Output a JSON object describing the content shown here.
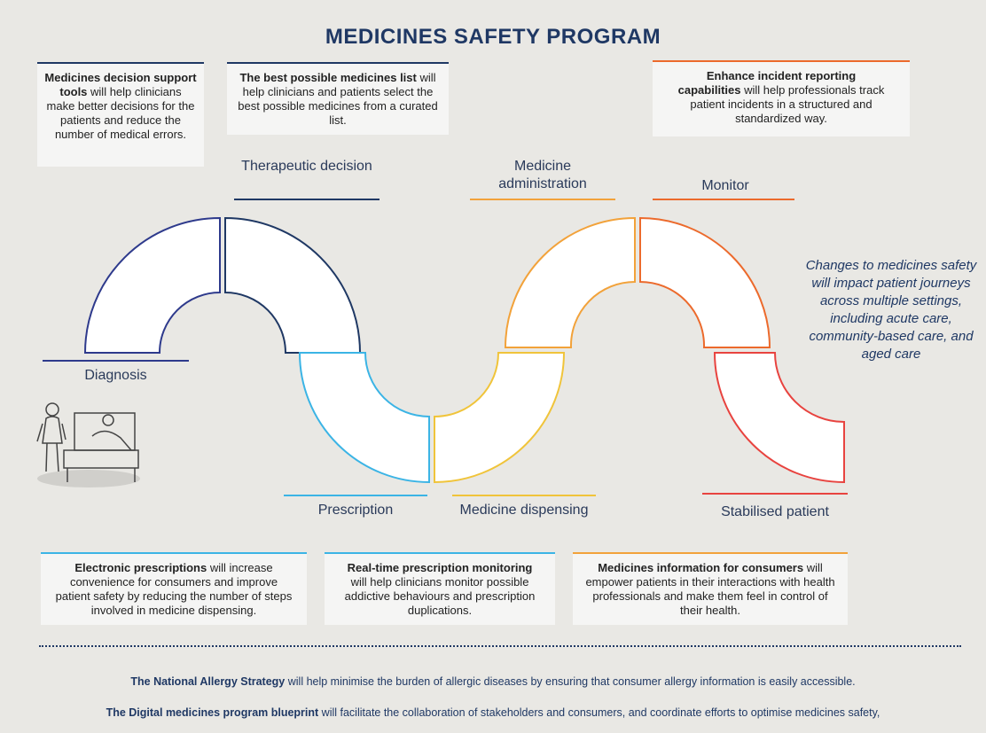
{
  "title": "MEDICINES SAFETY PROGRAM",
  "boxes": {
    "decision_support": {
      "bold": "Medicines decision support tools",
      "text": " will help clinicians make better decisions for the patients and reduce the number of medical errors."
    },
    "best_list": {
      "bold": "The best possible medicines list",
      "text": " will help clinicians and patients select the best possible medicines from a curated list."
    },
    "incident": {
      "bold": "Enhance incident reporting capabilities",
      "text": " will help professionals track patient incidents in a structured and standardized way."
    },
    "eprescriptions": {
      "bold": "Electronic prescriptions",
      "text": " will increase convenience for consumers and improve patient safety by reducing the number of steps involved in medicine dispensing."
    },
    "monitoring": {
      "bold": "Real-time prescription monitoring",
      "text": " will help clinicians monitor possible addictive behaviours and prescription duplications."
    },
    "consumer_info": {
      "bold": "Medicines information for consumers",
      "text": " will empower patients in their interactions with health professionals and make them feel in control of their health."
    }
  },
  "stages": {
    "diagnosis": "Diagnosis",
    "therapeutic": "Therapeutic decision",
    "prescription": "Prescription",
    "administration": "Medicine administration",
    "dispensing": "Medicine dispensing",
    "monitor": "Monitor",
    "stabilised": "Stabilised patient"
  },
  "note": "Changes to medicines safety will impact patient journeys across multiple settings, including acute care, community-based care, and aged care",
  "footer": {
    "line1_bold": "The  National Allergy Strategy",
    "line1_text": " will help minimise the burden of allergic diseases by ensuring that consumer allergy information is easily accessible.",
    "line2_bold": "The Digital medicines program blueprint",
    "line2_text": " will facilitate the collaboration of stakeholders and consumers, and coordinate efforts to optimise medicines safety,"
  },
  "colors": {
    "navy": "#2e3a8c",
    "dark_navy": "#1f3864",
    "cyan": "#3bb4e5",
    "yellow": "#f0c43a",
    "orange_light": "#f2a23a",
    "orange": "#ec6a2c",
    "red": "#e8433f"
  }
}
